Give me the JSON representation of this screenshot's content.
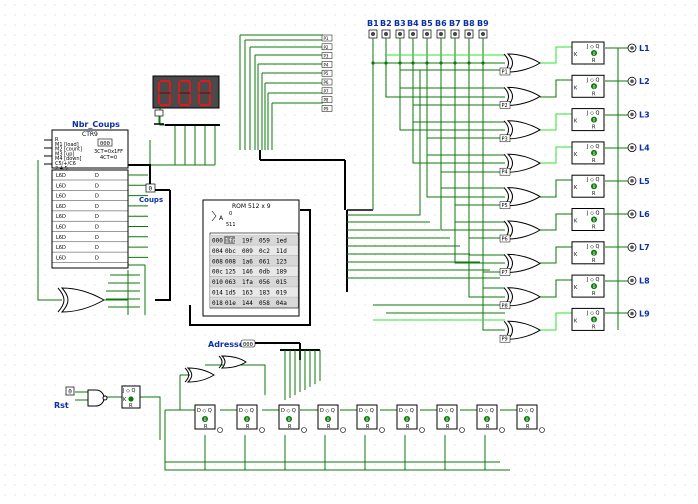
{
  "buttons": [
    "B1",
    "B2",
    "B3",
    "B4",
    "B5",
    "B6",
    "B7",
    "B8",
    "B9"
  ],
  "leds": [
    "L1",
    "L2",
    "L3",
    "L4",
    "L5",
    "L6",
    "L7",
    "L8",
    "L9"
  ],
  "counter": {
    "label": "Nbr_Coups",
    "name": "CTR9",
    "value": "000",
    "lines": [
      "R",
      "M1 [load]",
      "M2 [count]",
      "M3 [up]",
      "M4 [down]",
      "C5/+/C6",
      "2,4,5"
    ],
    "ct_max": "3CT=0x1FF",
    "ct_min": "4CT=0",
    "bits": [
      "L6D",
      "L6D",
      "L6D",
      "L6D",
      "L6D",
      "L6D",
      "L6D",
      "L6D",
      "L6D"
    ],
    "d_label": "D"
  },
  "display": {
    "digits": [
      "0",
      "0",
      "0"
    ],
    "color": "#e0171d"
  },
  "coups": {
    "label": "Coups",
    "value": "0"
  },
  "rom": {
    "title": "ROM 512 x 9",
    "a_label": "A",
    "a_top": "0",
    "a_bottom": "511",
    "rows": [
      {
        "addr": "000",
        "cells": [
          "1fc",
          "19f",
          "059",
          "1ed"
        ]
      },
      {
        "addr": "004",
        "cells": [
          "0bc",
          "009",
          "0c2",
          "11d"
        ]
      },
      {
        "addr": "008",
        "cells": [
          "008",
          "1a6",
          "061",
          "123"
        ]
      },
      {
        "addr": "00c",
        "cells": [
          "125",
          "146",
          "0db",
          "189"
        ]
      },
      {
        "addr": "010",
        "cells": [
          "063",
          "1fa",
          "056",
          "015"
        ]
      },
      {
        "addr": "014",
        "cells": [
          "1d5",
          "163",
          "183",
          "019"
        ]
      },
      {
        "addr": "018",
        "cells": [
          "01e",
          "144",
          "058",
          "04a"
        ]
      }
    ]
  },
  "address": {
    "label": "Adresse",
    "value": "000"
  },
  "reset": {
    "label": "Rst",
    "value": "0"
  },
  "ff": {
    "j": "J",
    "k": "K",
    "q": "Q",
    "r": "R",
    "d": "D",
    "zero": "0"
  },
  "xor_inputs": [
    "P1",
    "P2",
    "P3",
    "P4",
    "P5",
    "P6",
    "P7",
    "P8",
    "P9"
  ],
  "colors": {
    "wire": "#0a7a0a",
    "wire_on": "#2ee62e",
    "bus": "#000000",
    "label": "#0b2fa8"
  }
}
